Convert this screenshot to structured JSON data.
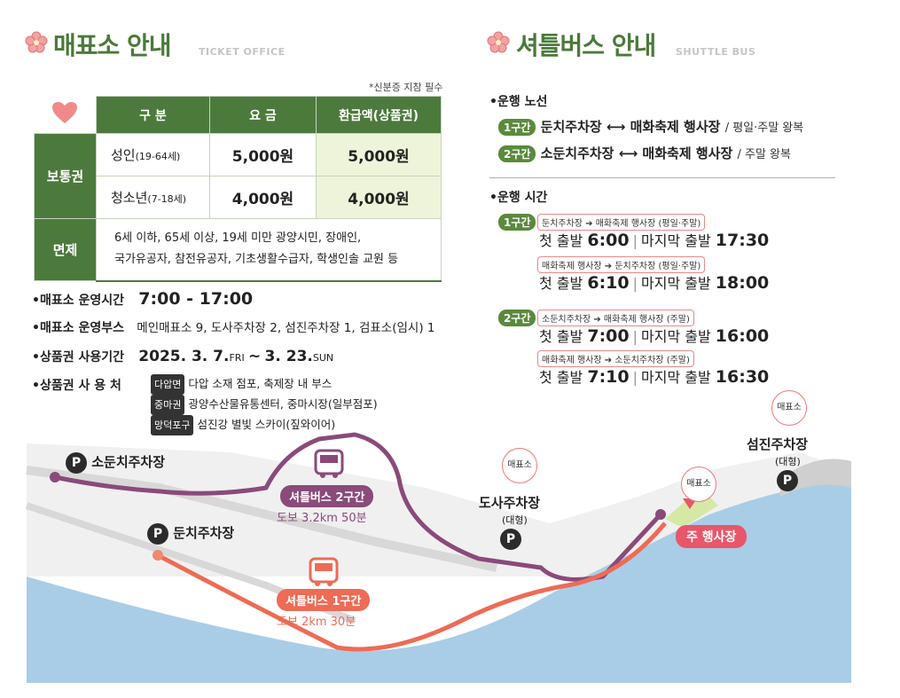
{
  "ticket": {
    "title": "매표소 안내",
    "subtitle": "TICKET OFFICE",
    "note": "*신분증 지참 필수",
    "col_category": "구 분",
    "col_fee": "요 금",
    "col_refund": "환급액(상품권)",
    "row_group": "보통권",
    "adult_label": "성인",
    "adult_age": "(19-64세)",
    "adult_fee": "5,000원",
    "adult_refund": "5,000원",
    "youth_label": "청소년",
    "youth_age": "(7-18세)",
    "youth_fee": "4,000원",
    "youth_refund": "4,000원",
    "exempt_label": "면제",
    "exempt_line1": "6세 이하, 65세 이상, 19세 미만 광양시민, 장애인,",
    "exempt_line2": "국가유공자, 참전유공자, 기초생활수급자, 학생인솔 교원 등",
    "hours_label": "•매표소 운영시간",
    "hours_value": "7:00 - 17:00",
    "booth_label": "•매표소 운영부스",
    "booth_value": "메인매표소 9, 도사주차장 2, 섬진주차장 1, 검표소(임시) 1",
    "voucher_period_label": "•상품권 사용기간",
    "voucher_start": "2025. 3. 7.",
    "voucher_start_day": "FRI",
    "voucher_tilde": "~",
    "voucher_end": "3. 23.",
    "voucher_end_day": "SUN",
    "voucher_place_label": "•상품권 사 용 처",
    "places": [
      {
        "tag": "다압면",
        "text": "다압 소재 점포, 축제장 내 부스"
      },
      {
        "tag": "중마권",
        "text": "광양수산물유통센터, 중마시장(일부점포)"
      },
      {
        "tag": "망덕포구",
        "text": "섬진강 별빛 스카이(짚와이어)"
      }
    ]
  },
  "shuttle": {
    "title": "셔틀버스 안내",
    "subtitle": "SHUTTLE BUS",
    "route_header": "•운행 노선",
    "route1_tag": "1구간",
    "route1_text": "둔치주차장 ⟷ 매화축제 행사장",
    "route1_note": "/ 평일·주말 왕복",
    "route2_tag": "2구간",
    "route2_text": "소둔치주차장 ⟷ 매화축제 행사장",
    "route2_note": "/ 주말 왕복",
    "time_header": "•운행 시간",
    "sec1_tag": "1구간",
    "sec1_a_pill": "둔치주차장 ➔ 매화축제 행사장 (평일·주말)",
    "sec1_a_first_label": "첫 출발",
    "sec1_a_first": "6:00",
    "sec1_a_last_label": "마지막 출발",
    "sec1_a_last": "17:30",
    "sec1_b_pill": "매화축제 행사장 ➔ 둔치주차장 (평일·주말)",
    "sec1_b_first_label": "첫 출발",
    "sec1_b_first": "6:10",
    "sec1_b_last_label": "마지막 출발",
    "sec1_b_last": "18:00",
    "sec2_tag": "2구간",
    "sec2_a_pill": "소둔치주차장 ➔ 매화축제 행사장 (주말)",
    "sec2_a_first_label": "첫 출발",
    "sec2_a_first": "7:00",
    "sec2_a_last_label": "마지막 출발",
    "sec2_a_last": "16:00",
    "sec2_b_pill": "매화축제 행사장 ➔ 소둔치주차장 (주말)",
    "sec2_b_first_label": "첫 출발",
    "sec2_b_first": "7:10",
    "sec2_b_last_label": "마지막 출발",
    "sec2_b_last": "16:30"
  },
  "map": {
    "sodunchi": "소둔치주차장",
    "dunchi": "둔치주차장",
    "dosa": "도사주차장",
    "dosa_size": "(대형)",
    "seomjin": "섬진주차장",
    "seomjin_size": "(대형)",
    "ticket_bubble": "매표소",
    "main_venue": "주 행사장",
    "bus2_label": "셔틀버스 2구간",
    "bus2_walk": "도보 3.2km 50분",
    "bus1_label": "셔틀버스 1구간",
    "bus1_walk": "도보 2km 30분",
    "p": "P"
  },
  "colors": {
    "green": "#4c7a3c",
    "route1": "#ee6b55",
    "route2": "#8a4a7a",
    "river": "#a9cde6",
    "pink": "#e8566b"
  }
}
